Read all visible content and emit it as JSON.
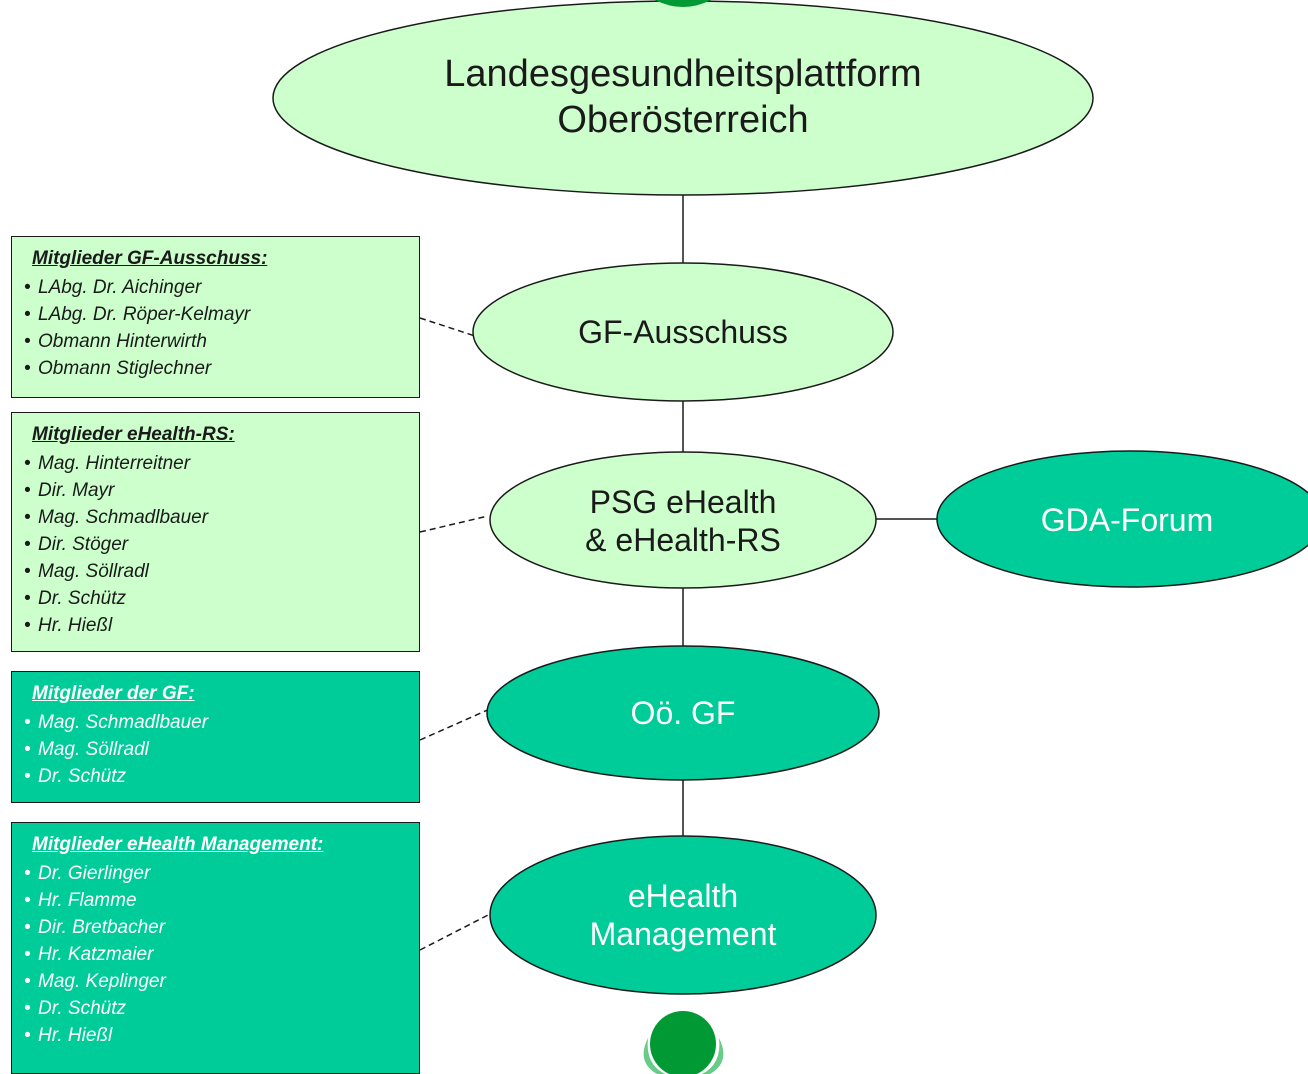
{
  "colors": {
    "light_fill": "#ccffcc",
    "dark_fill": "#00cc99",
    "stroke": "#1a1a1a",
    "logo_green": "#009933"
  },
  "nodes": {
    "platform": {
      "label": "Landesgesundheitsplattform\nOberösterreich"
    },
    "gf_ausschuss": {
      "label": "GF-Ausschuss"
    },
    "psg": {
      "label": "PSG eHealth\n& eHealth-RS"
    },
    "gda_forum": {
      "label": "GDA-Forum"
    },
    "ooe_gf": {
      "label": "Oö. GF"
    },
    "ehealth_mgmt": {
      "label": "eHealth\nManagement"
    }
  },
  "boxes": {
    "gf_ausschuss": {
      "title": "Mitglieder GF-Ausschuss:",
      "bullet": "•",
      "members": [
        "LAbg. Dr. Aichinger",
        "LAbg. Dr. Röper-Kelmayr",
        "Obmann Hinterwirth",
        "Obmann Stiglechner"
      ]
    },
    "ehealth_rs": {
      "title": "Mitglieder eHealth-RS:",
      "bullet": "•",
      "members": [
        "Mag. Hinterreitner",
        "Dir. Mayr",
        "Mag. Schmadlbauer",
        "Dir. Stöger",
        "Mag. Söllradl",
        "Dr. Schütz",
        "Hr. Hießl"
      ]
    },
    "gf": {
      "title": "Mitglieder der GF:",
      "bullet": "•",
      "members": [
        "Mag. Schmadlbauer",
        "Mag. Söllradl",
        "Dr. Schütz"
      ]
    },
    "ehealth_mgmt": {
      "title": "Mitglieder eHealth Management:",
      "bullet": "•",
      "members": [
        "Dr. Gierlinger",
        "Hr. Flamme",
        "Dir. Bretbacher",
        "Hr. Katzmaier",
        "Mag. Keplinger",
        "Dr. Schütz",
        "Hr. Hießl"
      ]
    }
  }
}
